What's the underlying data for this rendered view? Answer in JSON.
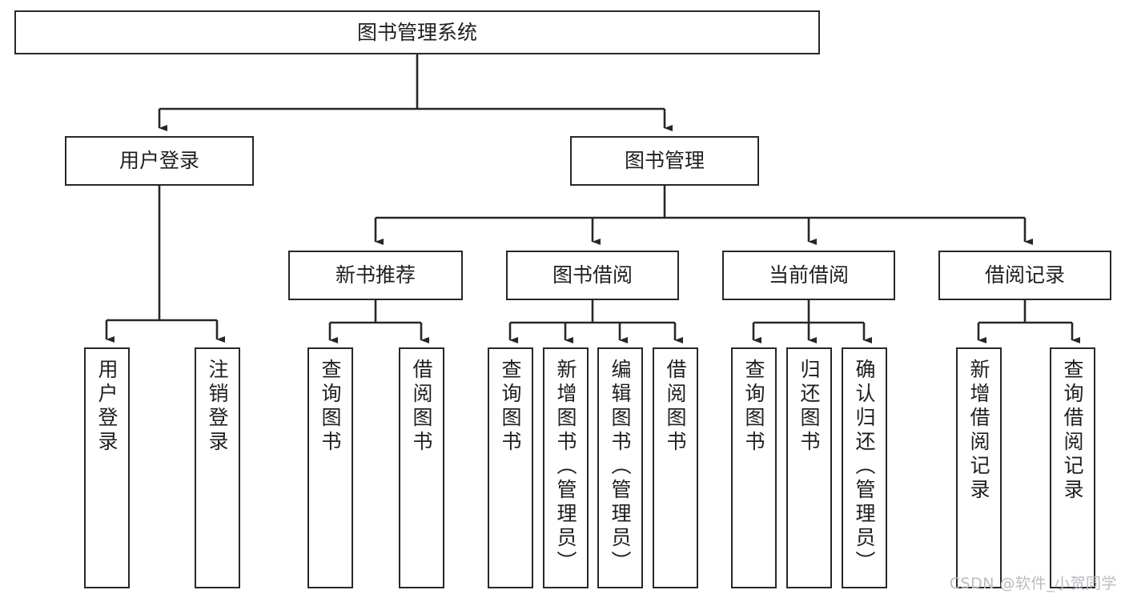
{
  "diagram": {
    "title": "图书管理系统",
    "type": "tree-hierarchy-diagram",
    "colors": {
      "box_border": "#25282b",
      "box_fill": "#ffffff",
      "edge": "#25282b",
      "text": "#1d1f21",
      "background": "#ffffff",
      "watermark": "#b9bcc0"
    },
    "root": {
      "label": "图书管理系统"
    },
    "level2": [
      {
        "label": "用户登录"
      },
      {
        "label": "图书管理"
      }
    ],
    "level3": [
      {
        "label": "新书推荐"
      },
      {
        "label": "图书借阅"
      },
      {
        "label": "当前借阅"
      },
      {
        "label": "借阅记录"
      }
    ],
    "leaves": {
      "user_login": [
        {
          "label": "用户登录"
        },
        {
          "label": "注销登录"
        }
      ],
      "new_book_recommend": [
        {
          "label": "查询图书"
        },
        {
          "label": "借阅图书"
        }
      ],
      "book_borrow": [
        {
          "label": "查询图书"
        },
        {
          "label": "新增图书（管理员）"
        },
        {
          "label": "编辑图书（管理员）"
        },
        {
          "label": "借阅图书"
        }
      ],
      "current_borrow": [
        {
          "label": "查询图书"
        },
        {
          "label": "归还图书"
        },
        {
          "label": "确认归还（管理员）"
        }
      ],
      "borrow_record": [
        {
          "label": "新增借阅记录"
        },
        {
          "label": "查询借阅记录"
        }
      ]
    }
  },
  "watermark": {
    "text": "CSDN @软件_小贺同学"
  }
}
